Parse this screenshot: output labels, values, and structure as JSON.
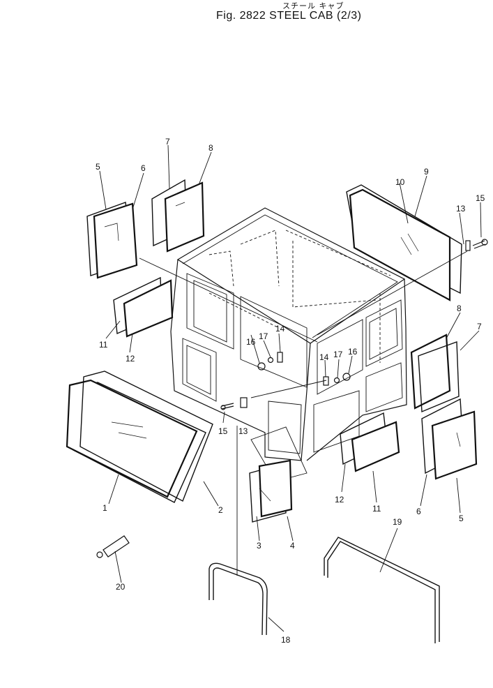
{
  "title": {
    "japanese": "スチール キャブ",
    "main": "Fig. 2822  STEEL CAB (2/3)"
  },
  "callouts": {
    "c1": "1",
    "c2": "2",
    "c3": "3",
    "c4": "4",
    "c5a": "5",
    "c5b": "5",
    "c6a": "6",
    "c6b": "6",
    "c7a": "7",
    "c7b": "7",
    "c8a": "8",
    "c8b": "8",
    "c9": "9",
    "c10": "10",
    "c11a": "11",
    "c11b": "11",
    "c12a": "12",
    "c12b": "12",
    "c13a": "13",
    "c13b": "13",
    "c14a": "14",
    "c14b": "14",
    "c15a": "15",
    "c15b": "15",
    "c16a": "16",
    "c16b": "16",
    "c17a": "17",
    "c17b": "17",
    "c18": "18",
    "c19": "19",
    "c20": "20"
  }
}
